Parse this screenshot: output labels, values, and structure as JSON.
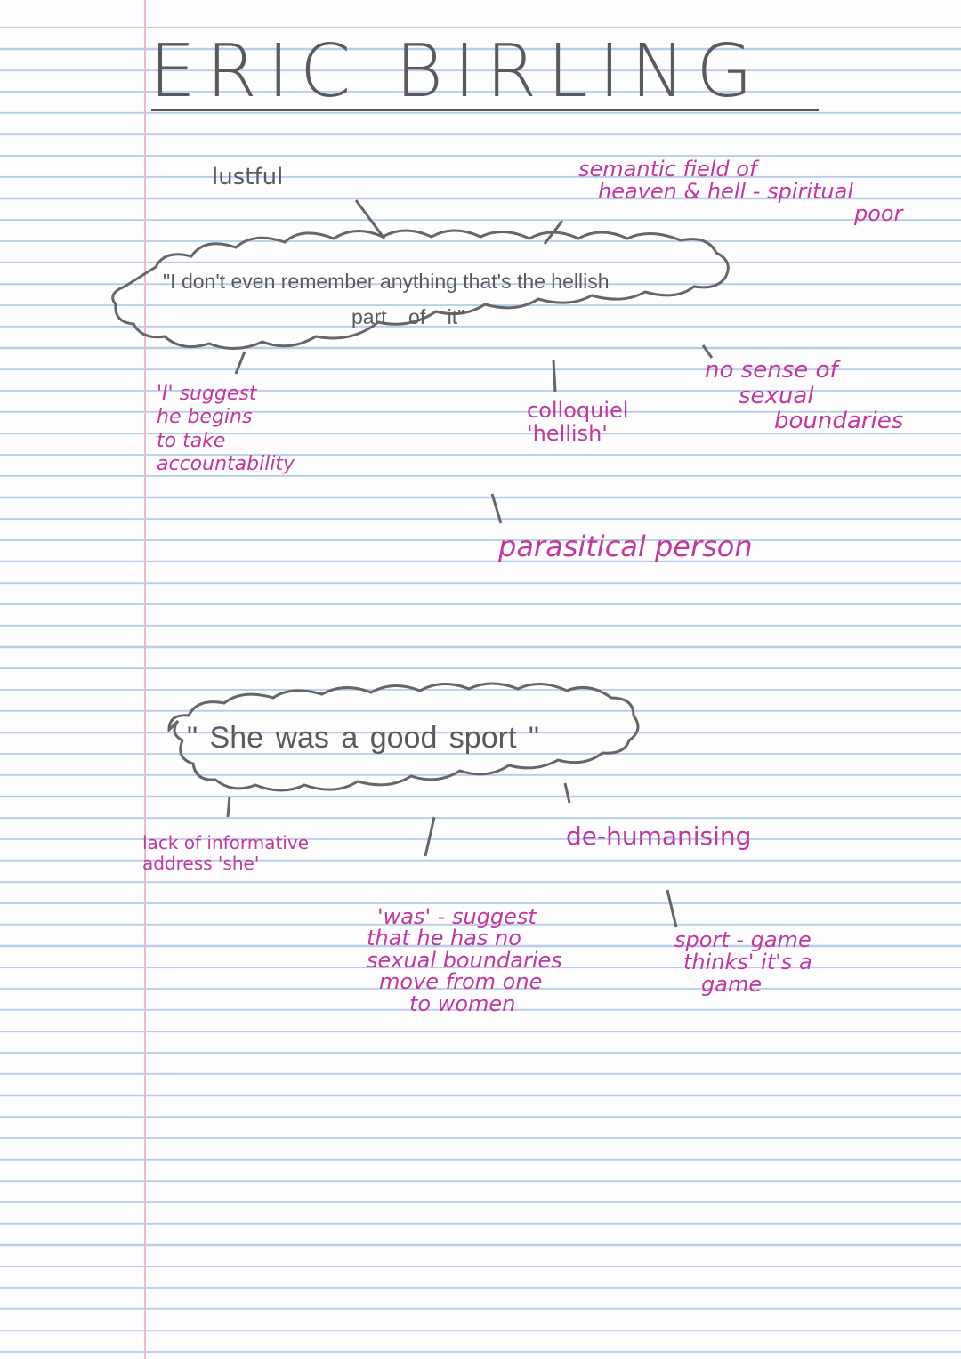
{
  "title": "ERIC BIRLING",
  "quote1": {
    "line1": "\"I don't even remember anything that's the hellish",
    "line2": "part    of  it\""
  },
  "quote1_notes": {
    "lustful": "lustful",
    "semantic_field": [
      "semantic field of",
      "heaven & hell - spiritual",
      "poor"
    ],
    "suggest_accountability": [
      "'I' suggest",
      "he begins",
      "to take",
      "accountability"
    ],
    "colloquial": [
      "colloquiel",
      "'hellish'"
    ],
    "no_sense": [
      "no sense of",
      "sexual",
      "boundaries"
    ],
    "parasitical": "parasitical person"
  },
  "quote2": {
    "text": "\" She was  a  good  sport \""
  },
  "quote2_notes": {
    "lack_of_info": [
      "lack of informative",
      "address 'she'"
    ],
    "dehumanising": "de-humanising",
    "was_suggest": [
      "'was' - suggest",
      "that he has no",
      "sexual boundaries",
      "move from one",
      "to women"
    ],
    "sport_game": [
      "sport - game",
      "thinks' it's a",
      "game"
    ]
  },
  "colors": {
    "pencil": "#5a5a5a",
    "pink_ink": "#c2389f",
    "rule_lines": "#b9cdea",
    "margin_line": "#f0b9c8"
  }
}
